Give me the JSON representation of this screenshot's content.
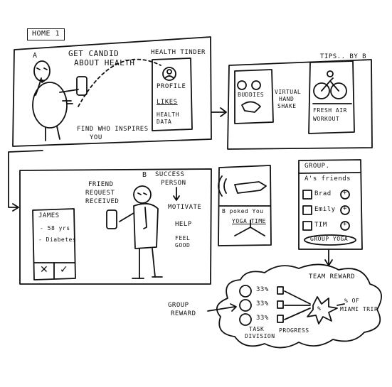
{
  "home_tag": "HOME 1",
  "panel1": {
    "person_label": "A",
    "headline_line1": "Get CANDID",
    "headline_line2": "about HEALTH",
    "app_title": "HEALTH TINDER",
    "profile_label": "PROFILE",
    "likes_label": "LIKES",
    "health_label": "HEALTH",
    "data_label": "DATA",
    "footer_line1": "FIND WHO INSPIRES",
    "footer_line2": "YOU"
  },
  "panel2": {
    "tips_label": "TIPS.. by B",
    "buddies_label": "BUDDIES",
    "handshake_line1": "VIRTUAL",
    "handshake_line2": "HAND",
    "handshake_line3": "SHAKE",
    "fresh_line1": "FRESH AIR",
    "fresh_line2": "WORKOUT"
  },
  "panel3": {
    "card_name": "JAMES",
    "card_age": "- 58 yrs",
    "card_condition": "- Diabetes",
    "reject_symbol": "✕",
    "accept_symbol": "✓",
    "request_line1": "FRIEND",
    "request_line2": "REQUEST",
    "request_line3": "RECEIVED",
    "person_label": "B",
    "success_line1": "SUCCESS",
    "success_line2": "PERSON",
    "motivate_label": "MOTIVATE",
    "help_label": "HELP",
    "feel_line1": "FEEL",
    "feel_line2": "GOOD"
  },
  "poke_panel": {
    "poked_text": "B poked You",
    "yoga_text": "YOGA TIME"
  },
  "group_panel": {
    "title": "GROUP.",
    "friends_label": "A's friends",
    "members": [
      {
        "name": "Brad",
        "status": "+"
      },
      {
        "name": "Emily",
        "status": "+"
      },
      {
        "name": "TIM",
        "status": "+"
      }
    ],
    "action_label": "GROUP YOGA"
  },
  "reward": {
    "team_label": "TEAM REWARD",
    "group_line1": "GROUP",
    "group_line2": "REWARD",
    "percents": [
      "33%",
      "33%",
      "33%"
    ],
    "progress_label": "PROGRESS",
    "task_line1": "TASK",
    "task_line2": "DIVISION",
    "burst_text": "%",
    "trip_line1": "% OF",
    "trip_line2": "MIAMI TRIP"
  }
}
